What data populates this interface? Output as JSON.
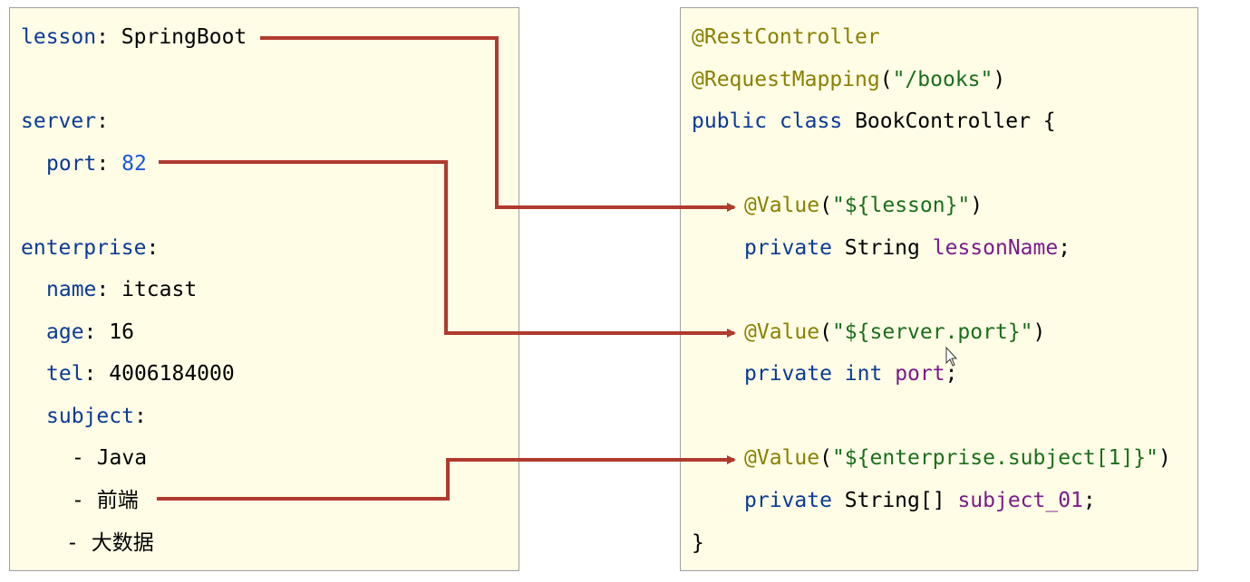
{
  "yaml": {
    "lesson_key": "lesson",
    "lesson_value": "SpringBoot",
    "server_key": "server",
    "port_key": "port",
    "port_value": "82",
    "enterprise_key": "enterprise",
    "name_key": "name",
    "name_value": "itcast",
    "age_key": "age",
    "age_value": "16",
    "tel_key": "tel",
    "tel_value": "4006184000",
    "subject_key": "subject",
    "subject_items": [
      "Java",
      "前端",
      "大数据"
    ]
  },
  "java": {
    "ann_rest": "@RestController",
    "ann_mapping": "@RequestMapping",
    "mapping_path": "\"/books\"",
    "kw_public": "public",
    "kw_class": "class",
    "class_name": "BookController",
    "ann_value": "@Value",
    "value_1": "\"${lesson}\"",
    "value_2": "\"${server.port}\"",
    "value_3": "\"${enterprise.subject[1]}\"",
    "kw_private": "private",
    "type_string": "String",
    "type_int": "int",
    "type_string_arr": "String[]",
    "field_1": "lessonName",
    "field_2": "port",
    "field_3": "subject_01"
  },
  "colors": {
    "panel_bg": "#fffde6",
    "arrow": "#b03a2e",
    "yaml_key": "#0a3a96",
    "annotation": "#8a8000",
    "string": "#1a6e1a",
    "field": "#7a1b8c"
  }
}
